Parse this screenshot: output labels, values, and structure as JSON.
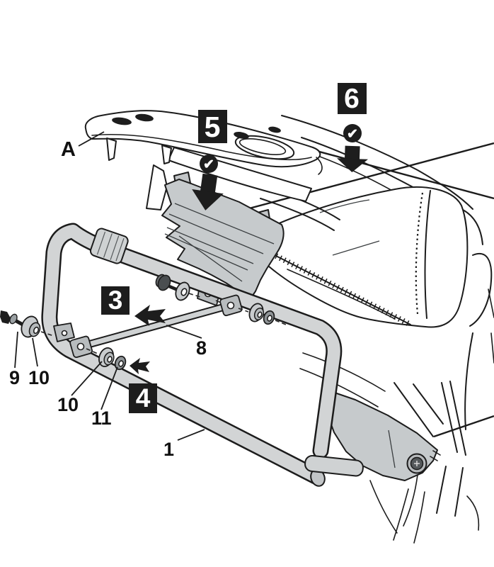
{
  "colors": {
    "background": "#ffffff",
    "line": "#1c1c1c",
    "tube_gray": "#d2d4d5",
    "plate_gray": "#c6cacc",
    "badge_black": "#1d1d1d",
    "badge_text": "#ffffff"
  },
  "parts": {
    "rack": {
      "label": "A"
    },
    "frame": {
      "label": "1"
    },
    "stay_rod": {
      "label": "8"
    },
    "bolt": {
      "label": "9"
    },
    "washer_front": {
      "label": "10"
    },
    "washer_rear": {
      "label": "10"
    },
    "nut": {
      "label": "11"
    }
  },
  "steps": {
    "step3": {
      "label": "3"
    },
    "step4": {
      "label": "4"
    },
    "step5": {
      "label": "5"
    },
    "step6": {
      "label": "6"
    }
  },
  "icons": {
    "check": "✔",
    "down_arrow": "filled-down-arrow",
    "push_arrow": "swallowtail-left-arrow"
  }
}
